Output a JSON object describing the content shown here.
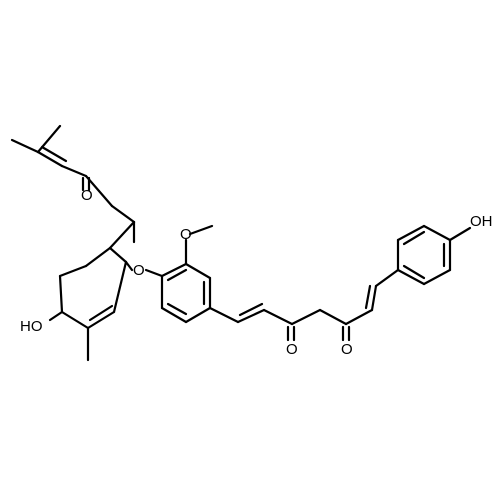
{
  "atom_labels": {
    "ketone_o_sidechain": "O",
    "ether_o": "O",
    "methoxy_o": "O",
    "hydroxy_cyclohexene": "HO",
    "dione_o_left": "O",
    "dione_o_right": "O",
    "phenol_oh": "OH"
  }
}
